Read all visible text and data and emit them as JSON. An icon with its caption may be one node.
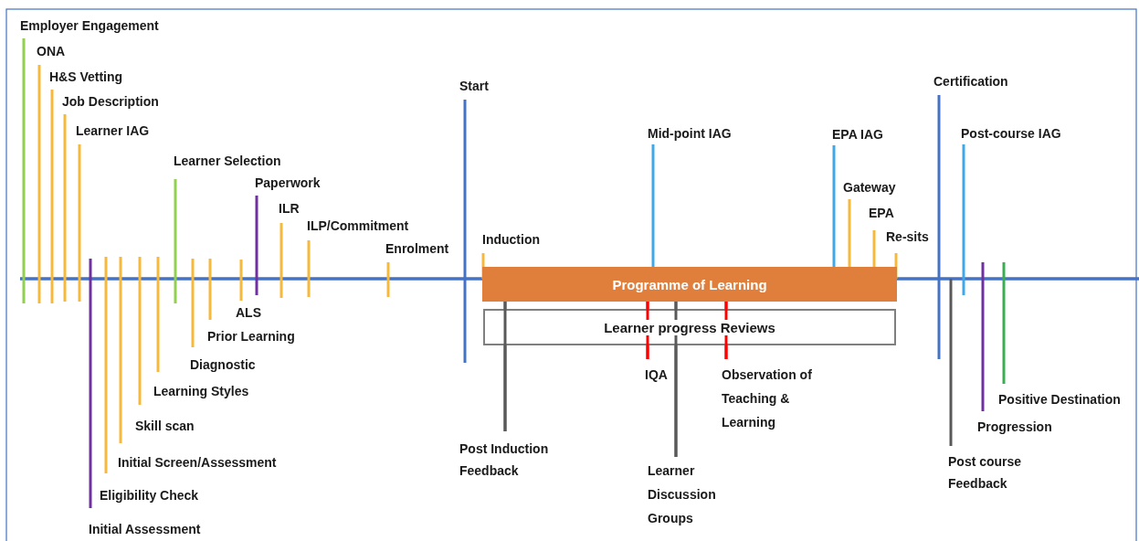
{
  "diagram": {
    "nodes": [
      {
        "text": [
          "Programme of Learning"
        ]
      },
      {
        "text": [
          "Learner progress Reviews"
        ]
      }
    ],
    "labels": [
      "Employer Engagement",
      "ONA",
      "H&S Vetting",
      "Job Description",
      "Learner IAG",
      "Learner Selection",
      "Paperwork",
      "ILR",
      "ILP/Commitment",
      "Enrolment",
      "Start",
      "Induction",
      "Mid-point IAG",
      "EPA IAG",
      "Gateway",
      "EPA",
      "Re-sits",
      "Certification",
      "Post-course IAG",
      "ALS",
      "Prior Learning",
      "Diagnostic",
      "Learning Styles",
      "Skill scan",
      "Initial Screen/Assessment",
      "Eligibility Check",
      "Initial Assessment",
      "Post Induction Feedback",
      "IQA",
      "Learner Discussion Groups",
      "Observation of Teaching & Learning",
      "Post course Feedback",
      "Progression",
      "Positive Destination"
    ]
  }
}
